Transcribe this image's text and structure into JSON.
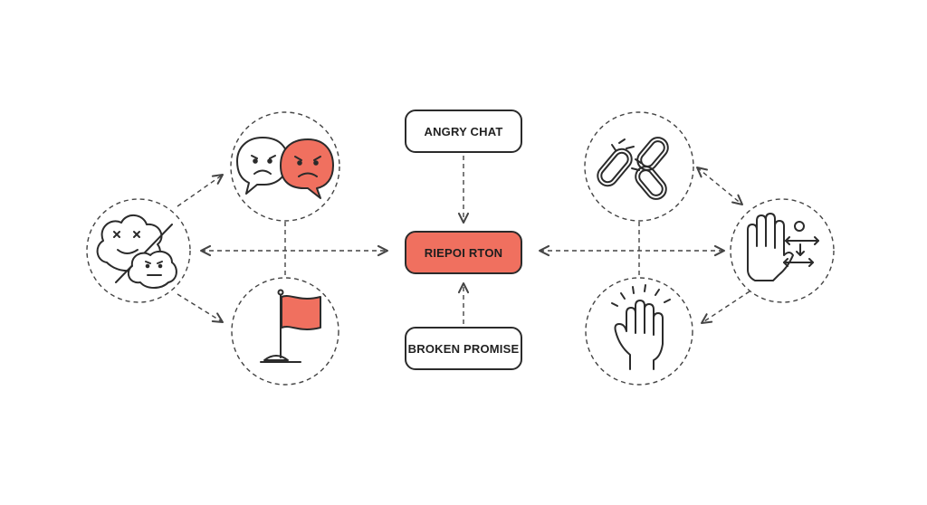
{
  "boxes": {
    "top": "ANGRY CHAT",
    "center": "RIEPOI RTON",
    "bottom": "BROKEN PROMISE"
  },
  "colors": {
    "accent": "#f0705f",
    "stroke": "#2b2b2b",
    "dash": "#444444",
    "background": "#ffffff"
  },
  "icons": {
    "left_outer": "mood-swing-icon",
    "left_top": "angry-chat-bubbles-icon",
    "left_bottom": "red-flag-icon",
    "right_top": "broken-chain-icon",
    "right_outer": "hand-with-arrows-icon",
    "right_bottom": "raised-hand-icon"
  }
}
